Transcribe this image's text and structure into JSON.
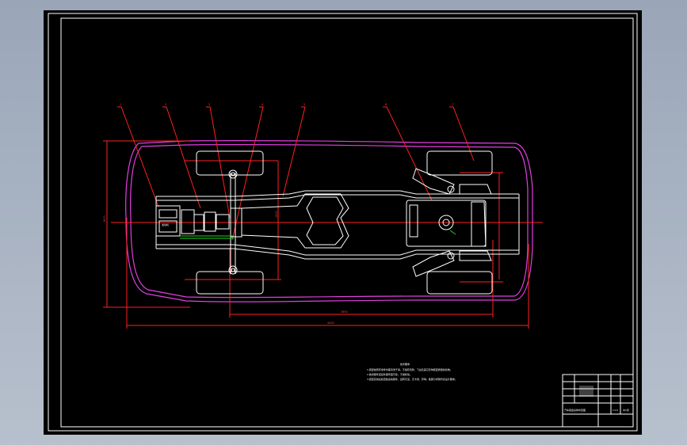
{
  "drawing": {
    "notes_title": "技术要求",
    "notes": [
      "1.装配前所有零件均需清洗干净，不得有毛刺、飞边及其它影响装配质量的杂物。",
      "2.各零部件连接处需牢固可靠，不得松动。",
      "3.装配完成后检查各运动部件，运转灵活，无卡滞、异响，各部分间隙符合设计要求。"
    ],
    "dimensions": {
      "wheelbase": "2650",
      "overall_length": "4450",
      "overall_width": "1800",
      "track": "1500"
    },
    "leader_tags": [
      "1",
      "2",
      "3",
      "4",
      "5",
      "6",
      "7"
    ],
    "engine_label": "发动机",
    "title_block": {
      "drawing_name": "汽车底盘总体布置图",
      "scale": "1:10",
      "sheet": "共1张"
    },
    "colors": {
      "background": "#000000",
      "outline": "#ffffff",
      "dimension": "#ff2020",
      "body_contour": "#e040e0",
      "marker": "#20d020"
    }
  }
}
